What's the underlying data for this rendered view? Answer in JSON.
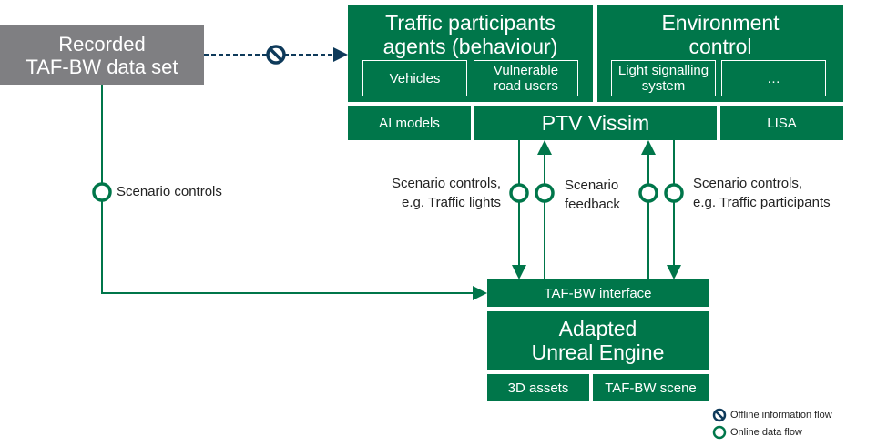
{
  "source": {
    "line1": "Recorded",
    "line2": "TAF-BW data set"
  },
  "traffic": {
    "line1": "Traffic participants",
    "line2": "agents (behaviour)",
    "items": [
      {
        "label": "Vehicles"
      },
      {
        "line1": "Vulnerable",
        "line2": "road users"
      }
    ]
  },
  "environment": {
    "line1": "Environment",
    "line2": "control",
    "items": [
      {
        "line1": "Light signalling",
        "line2": "system"
      },
      {
        "label": "…"
      }
    ]
  },
  "row2": {
    "ai": "AI models",
    "ptv": "PTV Vissim",
    "lisa": "LISA"
  },
  "labels": {
    "left": "Scenario controls",
    "ctrl_lights_1": "Scenario controls,",
    "ctrl_lights_2": "e.g. Traffic lights",
    "feedback_1": "Scenario",
    "feedback_2": "feedback",
    "ctrl_part_1": "Scenario controls,",
    "ctrl_part_2": "e.g. Traffic participants"
  },
  "engine": {
    "interface": "TAF-BW interface",
    "line1": "Adapted",
    "line2": "Unreal Engine",
    "assets": "3D assets",
    "scene": "TAF-BW scene"
  },
  "legend": {
    "offline": "Offline information flow",
    "online": "Online data flow"
  },
  "colors": {
    "green": "#00764a",
    "navy": "#0e3a5a",
    "gray": "#7f7f82"
  }
}
